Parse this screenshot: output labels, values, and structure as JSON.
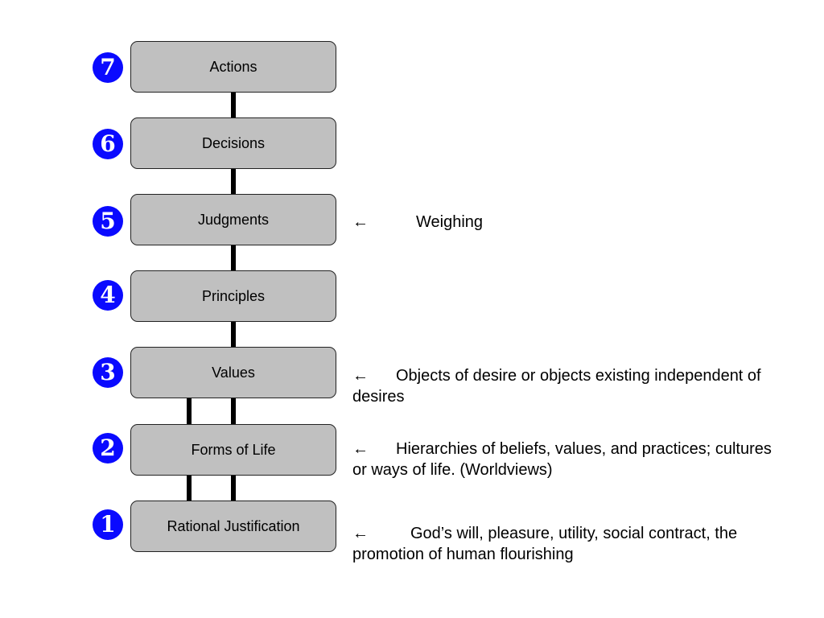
{
  "levels": [
    {
      "number": "7",
      "label": "Actions"
    },
    {
      "number": "6",
      "label": "Decisions"
    },
    {
      "number": "5",
      "label": "Judgments"
    },
    {
      "number": "4",
      "label": "Principles"
    },
    {
      "number": "3",
      "label": "Values"
    },
    {
      "number": "2",
      "label": "Forms of Life"
    },
    {
      "number": "1",
      "label": "Rational Justification"
    }
  ],
  "annotations": [
    {
      "arrow": "←",
      "text": "Weighing"
    },
    {
      "arrow": "←",
      "text": "Objects of desire or objects existing independent of desires"
    },
    {
      "arrow": "←",
      "text": "Hierarchies of beliefs, values, and practices; cultures or ways of life. (Worldviews)"
    },
    {
      "arrow": "←",
      "text": "God’s will,  pleasure, utility, social contract, the promotion of human flourishing"
    }
  ],
  "colors": {
    "box_fill": "#c0c0c0",
    "number_badge": "#0a0aff",
    "connector": "#000000"
  }
}
